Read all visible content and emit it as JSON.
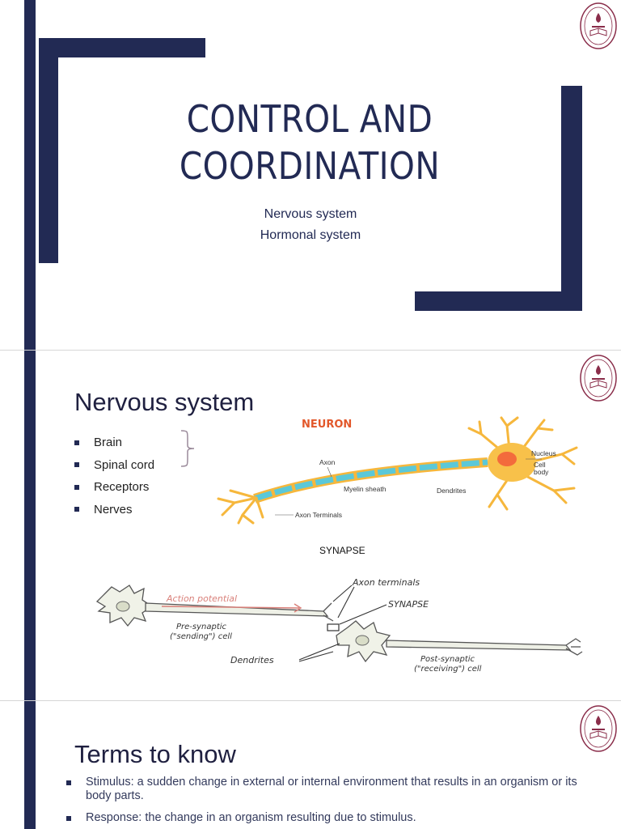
{
  "slide1": {
    "title_line1": "CONTROL AND",
    "title_line2": "COORDINATION",
    "subtitle_1": "Nervous system",
    "subtitle_2": "Hormonal system"
  },
  "slide2": {
    "title": "Nervous system",
    "bullets": [
      "Brain",
      "Spinal cord",
      "Receptors",
      "Nerves"
    ],
    "neuron": {
      "heading": "NEURON",
      "labels": {
        "nucleus": "Nucleus",
        "cell_body_1": "Cell",
        "cell_body_2": "body",
        "axon": "Axon",
        "myelin": "Myelin sheath",
        "dendrites": "Dendrites",
        "axon_terminals": "Axon Terminals"
      }
    },
    "synapse_label": "SYNAPSE",
    "synapse_diagram": {
      "action_potential": "Action potential",
      "axon_terminals": "Axon terminals",
      "synapse": "SYNAPSE",
      "pre_1": "Pre-synaptic",
      "pre_2": "(\"sending\") cell",
      "dendrites": "Dendrites",
      "post_1": "Post-synaptic",
      "post_2": "(\"receiving\") cell"
    }
  },
  "slide3": {
    "title": "Terms to know",
    "terms": [
      "Stimulus: a sudden change in external or internal environment that results in an organism or its body parts.",
      "Response: the change in an organism resulting due to stimulus."
    ]
  },
  "colors": {
    "navy": "#222a54",
    "neuron_orange": "#f6b73c",
    "myelin_blue": "#5bc8d8",
    "neuron_title": "#e2572a"
  }
}
